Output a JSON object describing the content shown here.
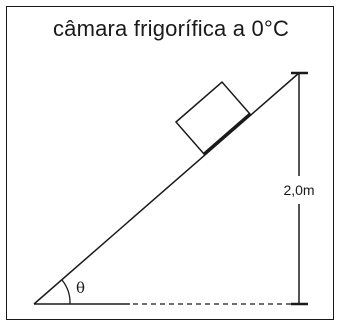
{
  "title": "câmara frigorífica a 0°C",
  "height_label": "2,0m",
  "angle_label": "θ"
}
